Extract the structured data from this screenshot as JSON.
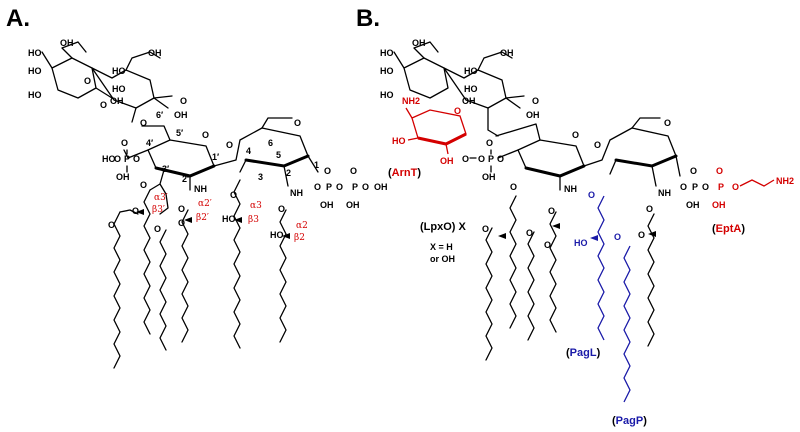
{
  "panels": [
    {
      "id": "A",
      "label": "A.",
      "atoms": {
        "ho": "HO",
        "oh": "OH",
        "o": "O",
        "p": "P",
        "nh": "NH",
        "oh_o": "O"
      },
      "positions": [
        "6′",
        "5′",
        "4′",
        "3′",
        "2′",
        "1′",
        "6",
        "5",
        "4",
        "3",
        "2",
        "1"
      ],
      "chain_labels": [
        "α3′",
        "β3′",
        "α2′",
        "β2′",
        "α3",
        "β3",
        "α2",
        "β2"
      ]
    },
    {
      "id": "B",
      "label": "B.",
      "enzymes": {
        "arnt": "ArnT",
        "lpxo": "LpxO",
        "lpxo_suffix": "X",
        "lpxo_note_1": "X = H",
        "lpxo_note_2": "or OH",
        "pagl": "PagL",
        "pagp": "PagP",
        "epta": "EptA",
        "nh2": "NH2",
        "nh2_sub": "2"
      }
    }
  ],
  "colors": {
    "black": "#000000",
    "red": "#d40000",
    "blue": "#1a1aa8"
  }
}
